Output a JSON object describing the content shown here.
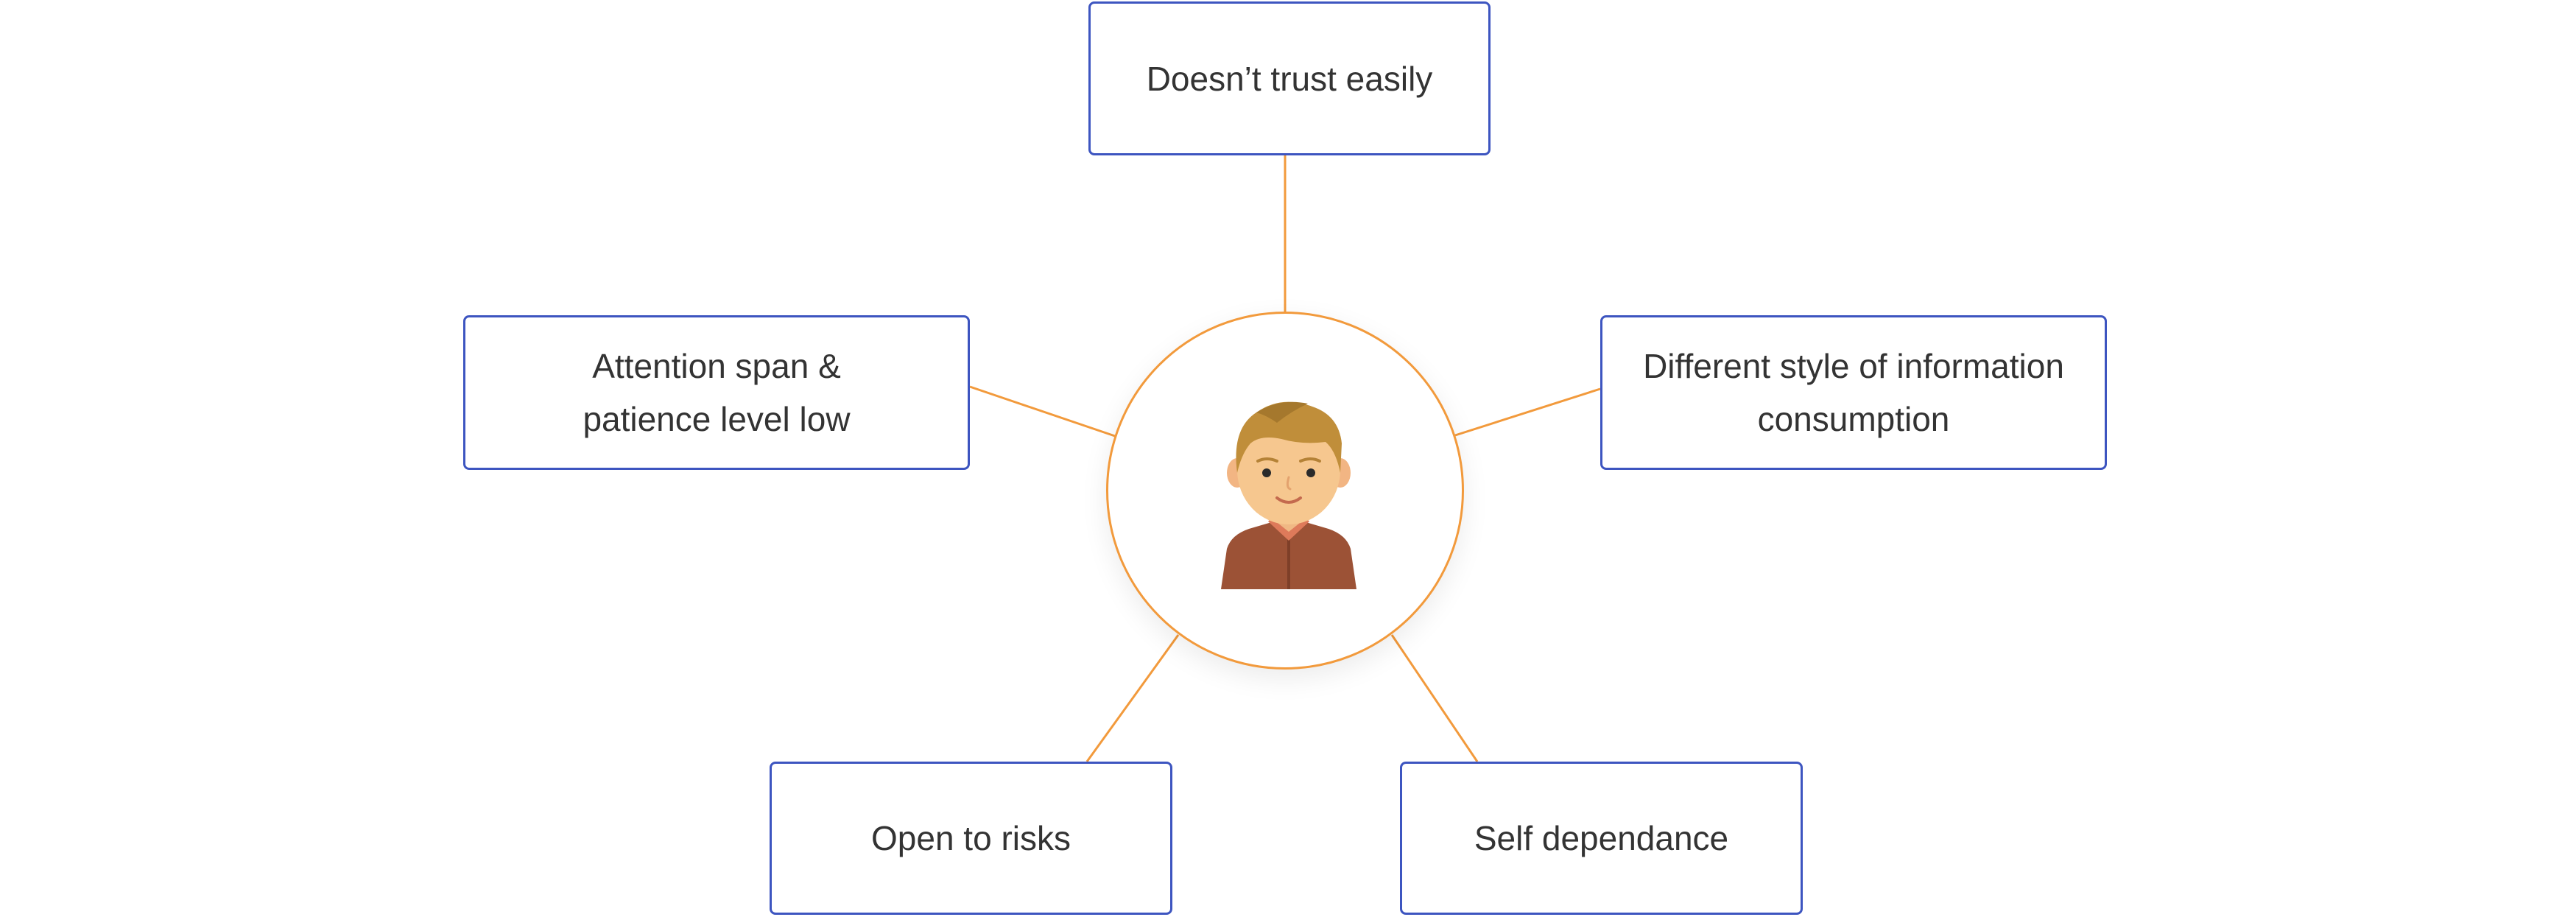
{
  "diagram": {
    "center": {
      "icon": "man-avatar-icon"
    },
    "traits": {
      "top": "Doesn’t trust easily",
      "left": "Attention span & patience level low",
      "right": "Different style of information consumption",
      "bottom_left": "Open to risks",
      "bottom_right": "Self dependance"
    },
    "colors": {
      "box_border": "#3d55c0",
      "connector": "#f29a3c",
      "text": "#333333"
    }
  }
}
